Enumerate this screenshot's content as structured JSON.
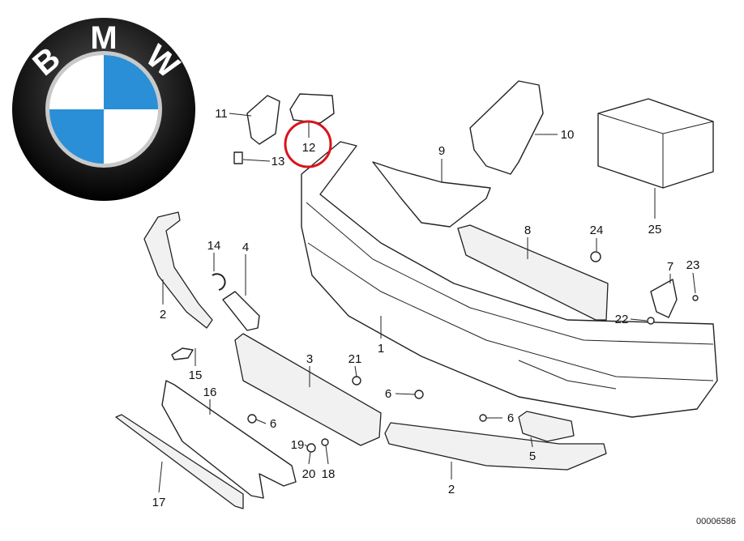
{
  "logo": {
    "letters": [
      "B",
      "M",
      "W"
    ],
    "colors": {
      "ring": "#1a1a1a",
      "blue": "#2a8fd6",
      "white": "#ffffff"
    }
  },
  "diagram_code": "00006586",
  "highlight": {
    "part": "12",
    "color": "#d9141b"
  },
  "callouts": {
    "c11": "11",
    "c12": "12",
    "c13": "13",
    "c9": "9",
    "c10": "10",
    "c25": "25",
    "c14": "14",
    "c4": "4",
    "c2a": "2",
    "c8": "8",
    "c24": "24",
    "c7": "7",
    "c23": "23",
    "c22": "22",
    "c1": "1",
    "c3": "3",
    "c21": "21",
    "c15": "15",
    "c16": "16",
    "c6a": "6",
    "c6b": "6",
    "c6c": "6",
    "c19": "19",
    "c20": "20",
    "c18": "18",
    "c5": "5",
    "c2b": "2",
    "c17": "17"
  }
}
